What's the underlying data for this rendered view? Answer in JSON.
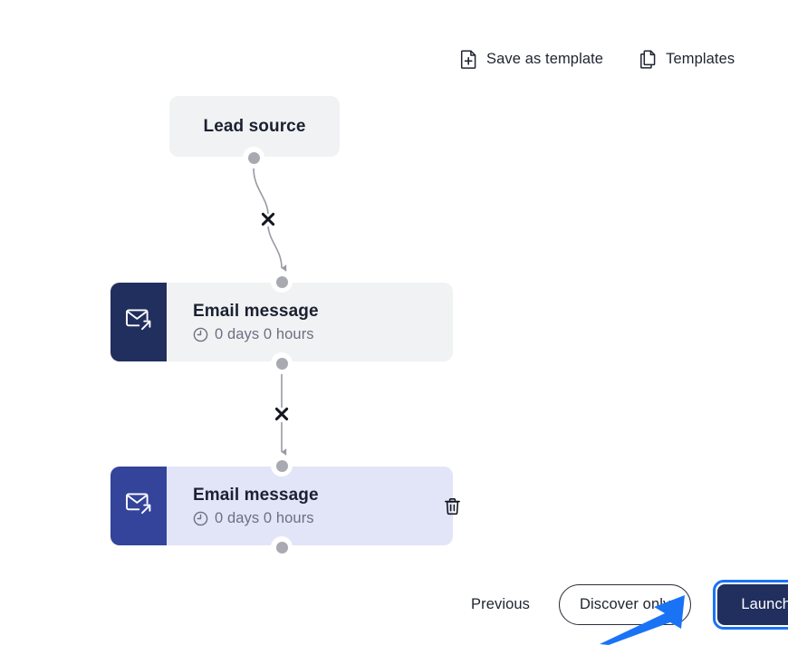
{
  "toolbar": {
    "items": [
      {
        "label": "Save as template",
        "icon": "document-plus-icon"
      },
      {
        "label": "Templates",
        "icon": "documents-stack-icon"
      }
    ]
  },
  "flow": {
    "trigger": {
      "title": "Lead source"
    },
    "steps": [
      {
        "title": "Email message",
        "delay": "0 days 0 hours",
        "icon": "email-send-icon",
        "state": "idle"
      },
      {
        "title": "Email message",
        "delay": "0 days 0 hours",
        "icon": "email-send-icon",
        "state": "selected",
        "delete_icon": "trash-icon"
      }
    ],
    "edges": [
      {
        "marker": "x-remove-icon"
      },
      {
        "marker": "x-remove-icon"
      }
    ]
  },
  "actions": {
    "previous_label": "Previous",
    "discover_label": "Discover only",
    "launch_label": "Launch"
  },
  "colors": {
    "node_idle_bg": "#f1f2f4",
    "node_selected_bg": "#e2e4f8",
    "icon_panel_idle": "#212f5e",
    "icon_panel_selected": "#33449a",
    "launch_bg": "#212f5e",
    "focus_ring": "#1a73f5",
    "annotation_arrow": "#1a73f5",
    "connector_dot": "#a9a9b2",
    "edge_line": "#9a9aa4"
  }
}
